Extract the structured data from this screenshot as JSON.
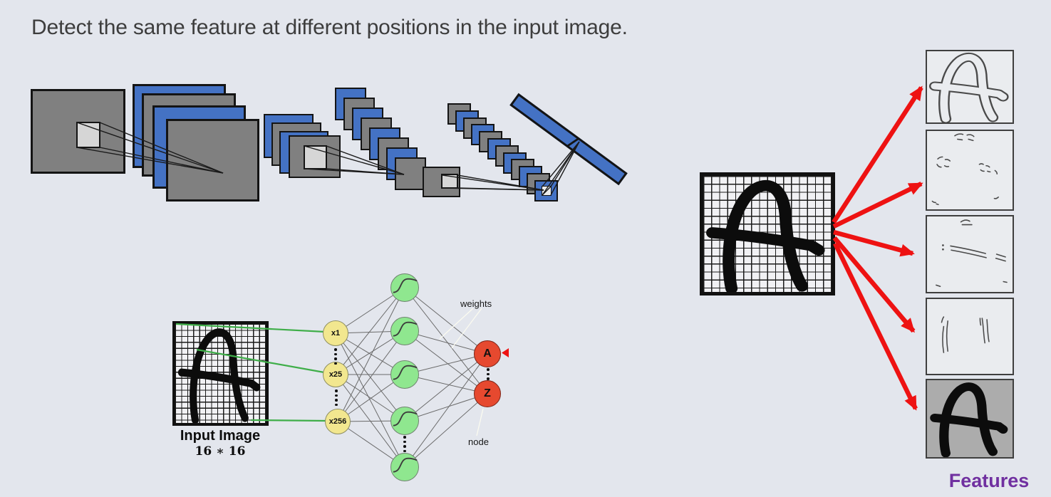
{
  "title": "Detect the same feature at different positions in the input image.",
  "colors": {
    "background": "#e3e6ed",
    "layer_blue": "#4472c4",
    "layer_gray": "#808080",
    "kernel_gray": "#d6d6d6",
    "arrow_red": "#ee1212",
    "node_yellow": "#f2e78f",
    "node_green": "#8fe78f",
    "node_red": "#e6492f",
    "green_line": "#3fae49",
    "features_purple": "#7030a0"
  },
  "ann": {
    "input_label": "Input Image",
    "input_size": "16 ∗ 16",
    "input_nodes": [
      "x1",
      "x25",
      "x256"
    ],
    "output_nodes": [
      "A",
      "Z"
    ],
    "weights_label": "weights",
    "node_label": "node"
  },
  "features_panel": {
    "label": "Features"
  },
  "icons": {
    "sigmoid_node": "s-curve",
    "output_pointer": "left-triangle",
    "ellipsis": "vertical-dots"
  }
}
